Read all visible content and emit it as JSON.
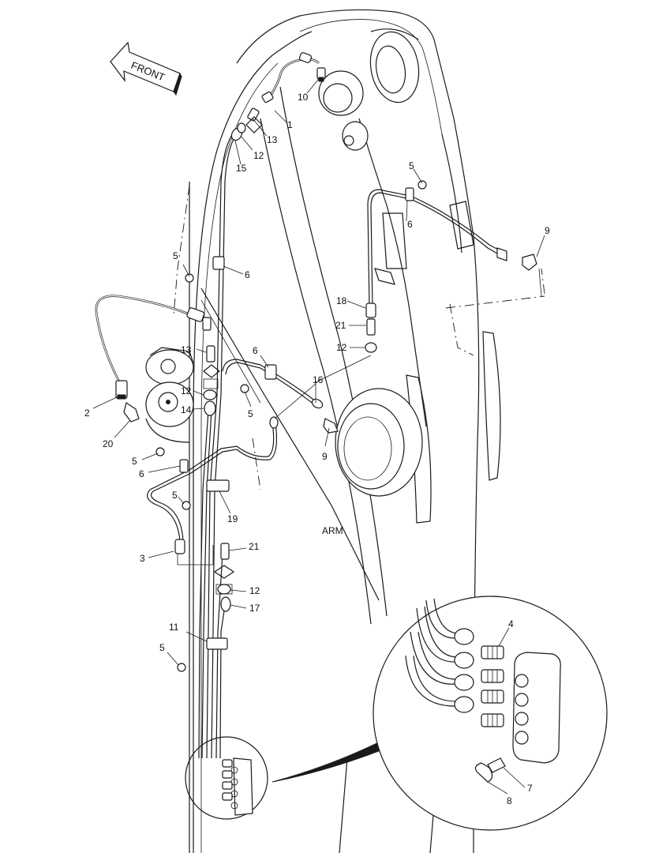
{
  "direction_label": "FRONT",
  "component_label": "ARM",
  "callouts": [
    {
      "id": "c1",
      "text": "1"
    },
    {
      "id": "c2",
      "text": "2"
    },
    {
      "id": "c3",
      "text": "3"
    },
    {
      "id": "c4",
      "text": "4"
    },
    {
      "id": "c5a",
      "text": "5"
    },
    {
      "id": "c5b",
      "text": "5"
    },
    {
      "id": "c5c",
      "text": "5"
    },
    {
      "id": "c5d",
      "text": "5"
    },
    {
      "id": "c5e",
      "text": "5"
    },
    {
      "id": "c5f",
      "text": "5"
    },
    {
      "id": "c6a",
      "text": "6"
    },
    {
      "id": "c6b",
      "text": "6"
    },
    {
      "id": "c6c",
      "text": "6"
    },
    {
      "id": "c6d",
      "text": "6"
    },
    {
      "id": "c7",
      "text": "7"
    },
    {
      "id": "c8",
      "text": "8"
    },
    {
      "id": "c9a",
      "text": "9"
    },
    {
      "id": "c9b",
      "text": "9"
    },
    {
      "id": "c10",
      "text": "10"
    },
    {
      "id": "c11",
      "text": "11"
    },
    {
      "id": "c12a",
      "text": "12"
    },
    {
      "id": "c12b",
      "text": "12"
    },
    {
      "id": "c12c",
      "text": "12"
    },
    {
      "id": "c12d",
      "text": "12"
    },
    {
      "id": "c13a",
      "text": "13"
    },
    {
      "id": "c13b",
      "text": "13"
    },
    {
      "id": "c14",
      "text": "14"
    },
    {
      "id": "c15",
      "text": "15"
    },
    {
      "id": "c16",
      "text": "16"
    },
    {
      "id": "c17",
      "text": "17"
    },
    {
      "id": "c18",
      "text": "18"
    },
    {
      "id": "c19",
      "text": "19"
    },
    {
      "id": "c20",
      "text": "20"
    },
    {
      "id": "c21a",
      "text": "21"
    },
    {
      "id": "c21b",
      "text": "21"
    }
  ]
}
